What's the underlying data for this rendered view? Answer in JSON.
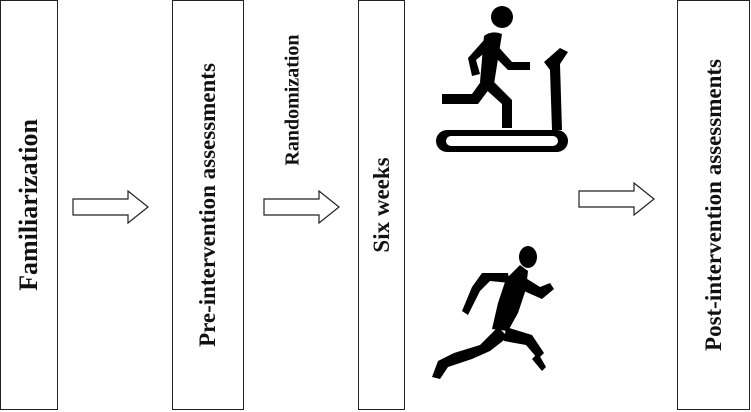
{
  "stages": {
    "familiarization": "Familiarization",
    "pre": "Pre-intervention assessments",
    "six_weeks": "Six weeks",
    "post": "Post-intervention assessments"
  },
  "randomization_label": "Randomization",
  "icons": {
    "treadmill": "treadmill-runner-icon",
    "runner": "runner-silhouette-icon"
  }
}
